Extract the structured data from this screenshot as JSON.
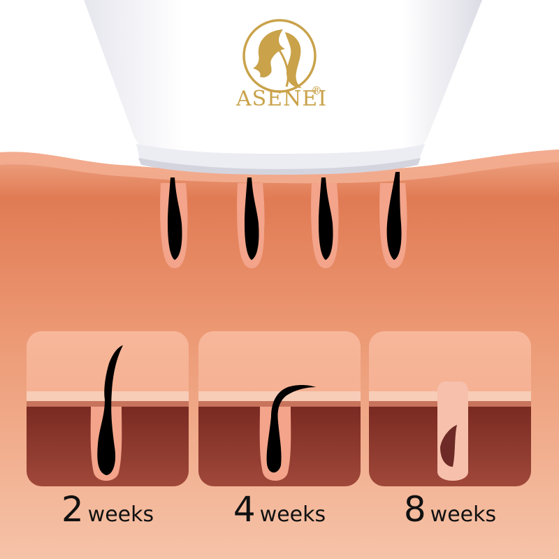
{
  "brand": {
    "name": "ASENEI",
    "registered_mark": "®",
    "logo_icon": "woman-silhouette-icon"
  },
  "stages": [
    {
      "number": "2",
      "unit": "weeks"
    },
    {
      "number": "4",
      "unit": "weeks"
    },
    {
      "number": "8",
      "unit": "weeks"
    }
  ],
  "colors": {
    "gold": "#c9a24a",
    "skin_top": "#e07b54",
    "skin_bottom": "#f4b89c",
    "dermis": "#8a3328",
    "hair": "#000000",
    "follicle": "#f3a48a"
  }
}
